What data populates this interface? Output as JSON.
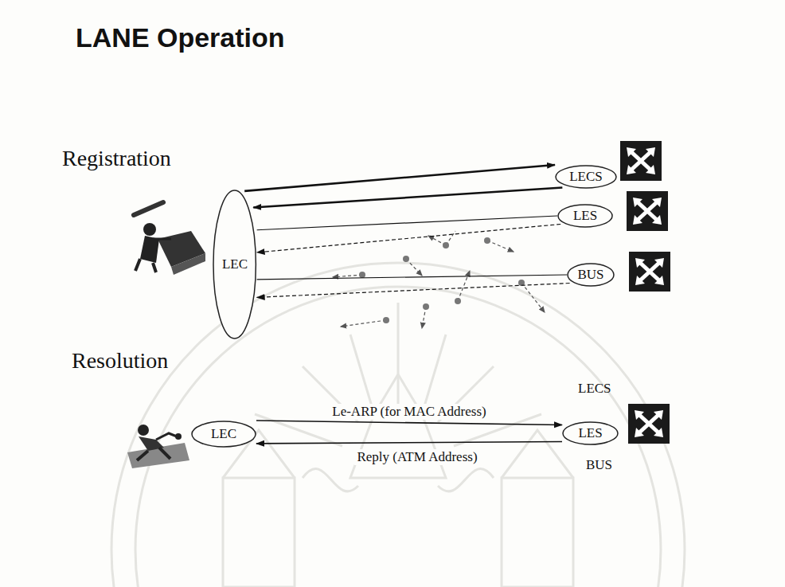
{
  "diagram": {
    "title": "LANE Operation",
    "nodes": [
      {
        "text": [
          "LEC"
        ]
      },
      {
        "text": [
          "LECS"
        ]
      },
      {
        "text": [
          "LES"
        ]
      },
      {
        "text": [
          "BUS"
        ]
      },
      {
        "text": [
          "LEC"
        ]
      },
      {
        "text": [
          "LES"
        ]
      }
    ],
    "edges": [
      {
        "from": 0,
        "to": 1,
        "arrow": "to"
      },
      {
        "from": 1,
        "to": 0,
        "arrow": "to"
      },
      {
        "from": 0,
        "to": 2,
        "arrow": "none"
      },
      {
        "from": 2,
        "to": 0,
        "arrow": "to"
      },
      {
        "from": 0,
        "to": 3,
        "arrow": "none"
      },
      {
        "from": 3,
        "to": 0,
        "arrow": "to"
      },
      {
        "from": 4,
        "to": 5,
        "label": "Le-ARP (for MAC Address)",
        "arrow": "to"
      },
      {
        "from": 5,
        "to": 4,
        "label": "Reply (ATM Address)",
        "arrow": "to"
      }
    ],
    "labels": [
      "Registration",
      "Resolution",
      "LECS",
      "BUS"
    ]
  }
}
